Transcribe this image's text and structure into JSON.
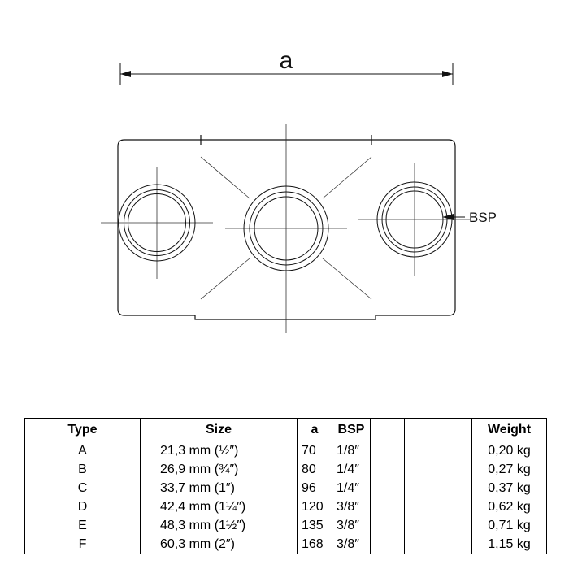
{
  "drawing": {
    "dimension_label": "a",
    "bsp_label": "BSP"
  },
  "table": {
    "column_keys": [
      "type",
      "size",
      "a",
      "bsp",
      "blank1",
      "blank2",
      "blank3",
      "weight"
    ],
    "headers": [
      "Type",
      "Size",
      "a",
      "BSP",
      "",
      "",
      "",
      "Weight"
    ],
    "rows": [
      [
        "A",
        "21,3 mm (½″)",
        "70",
        "1/8″",
        "",
        "",
        "",
        "0,20 kg"
      ],
      [
        "B",
        "26,9 mm (¾″)",
        "80",
        "1/4″",
        "",
        "",
        "",
        "0,27 kg"
      ],
      [
        "C",
        "33,7 mm (1″)",
        "96",
        "1/4″",
        "",
        "",
        "",
        "0,37 kg"
      ],
      [
        "D",
        "42,4 mm (1¼″)",
        "120",
        "3/8″",
        "",
        "",
        "",
        "0,62 kg"
      ],
      [
        "E",
        "48,3 mm (1½″)",
        "135",
        "3/8″",
        "",
        "",
        "",
        "0,71 kg"
      ],
      [
        "F",
        "60,3 mm (2″)",
        "168",
        "3/8″",
        "",
        "",
        "",
        "1,15 kg"
      ]
    ]
  }
}
